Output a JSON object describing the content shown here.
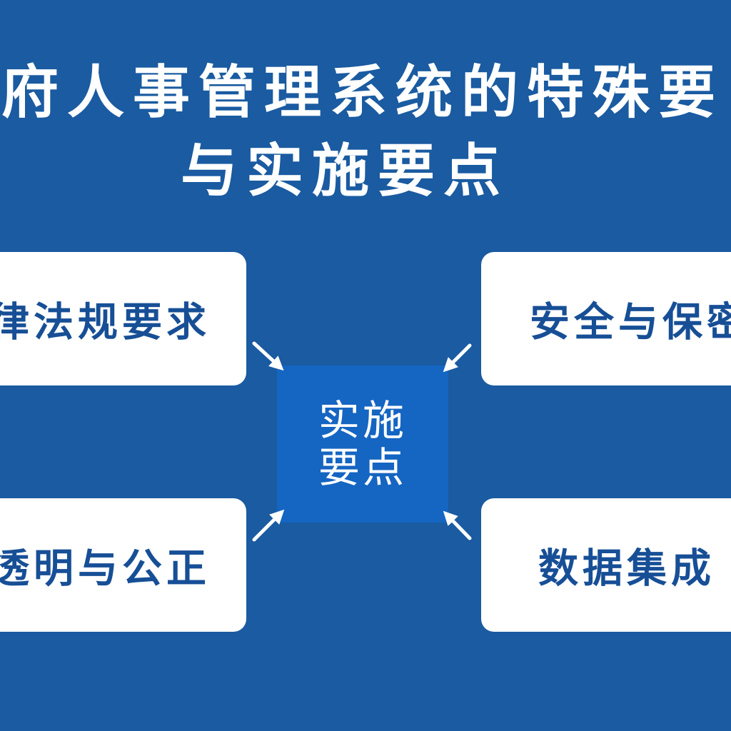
{
  "title": {
    "line1": "府人事管理系统的特殊要",
    "line2": "与实施要点"
  },
  "center": {
    "line1": "实施",
    "line2": "要点"
  },
  "cards": {
    "top_left": "律法规要求",
    "top_right": "安全与保密",
    "bottom_left": "透明与公正",
    "bottom_right": "数据集成"
  },
  "colors": {
    "background": "#1a5ba1",
    "center": "#1565c2",
    "card": "#ffffff",
    "card_text": "#174f96"
  }
}
